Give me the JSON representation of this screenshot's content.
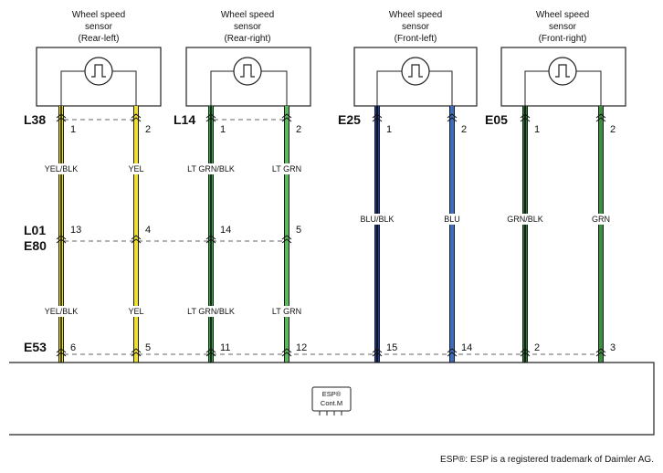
{
  "sensors": [
    {
      "title": [
        "Wheel speed",
        "sensor",
        "(Rear-left)"
      ]
    },
    {
      "title": [
        "Wheel speed",
        "sensor",
        "(Rear-right)"
      ]
    },
    {
      "title": [
        "Wheel speed",
        "sensor",
        "(Front-left)"
      ]
    },
    {
      "title": [
        "Wheel speed",
        "sensor",
        "(Front-right)"
      ]
    }
  ],
  "connectors": {
    "L38": "L38",
    "L14": "L14",
    "E25": "E25",
    "E05": "E05",
    "L01": "L01",
    "E80": "E80",
    "E53": "E53"
  },
  "wires": [
    {
      "pin_top": "1",
      "label_upper": "YEL/BLK",
      "pin_mid": "13",
      "label_lower": "YEL/BLK",
      "pin_bottom": "6",
      "color": "#f2e21c",
      "stripe": "#000000"
    },
    {
      "pin_top": "2",
      "label_upper": "YEL",
      "pin_mid": "4",
      "label_lower": "YEL",
      "pin_bottom": "5",
      "color": "#f2e21c",
      "stripe": null
    },
    {
      "pin_top": "1",
      "label_upper": "LT GRN/BLK",
      "pin_mid": "14",
      "label_lower": "LT GRN/BLK",
      "pin_bottom": "11",
      "color": "#3aa64a",
      "stripe": "#000000"
    },
    {
      "pin_top": "2",
      "label_upper": "LT GRN",
      "pin_mid": "5",
      "label_lower": "LT GRN",
      "pin_bottom": "12",
      "color": "#5cb85c",
      "stripe": null
    },
    {
      "pin_top": "1",
      "label_upper": "BLU/BLK",
      "pin_bottom": "15",
      "color": "#1f3f9a",
      "stripe": "#000000"
    },
    {
      "pin_top": "2",
      "label_upper": "BLU",
      "pin_bottom": "14",
      "color": "#3b6cc8",
      "stripe": null
    },
    {
      "pin_top": "1",
      "label_upper": "GRN/BLK",
      "pin_bottom": "2",
      "color": "#2e7d32",
      "stripe": "#000000"
    },
    {
      "pin_top": "2",
      "label_upper": "GRN",
      "pin_bottom": "3",
      "color": "#3e8e41",
      "stripe": null
    }
  ],
  "control_module": {
    "line1": "ESP®",
    "line2": "Cont.M"
  },
  "footnote": "ESP®: ESP is a registered trademark of Daimler AG."
}
